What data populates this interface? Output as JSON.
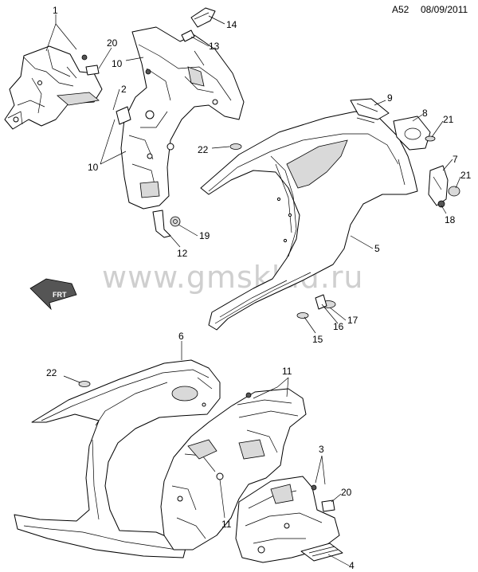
{
  "header": {
    "page_code": "A52",
    "date": "08/09/2011"
  },
  "watermark": "www.gmsklad.ru",
  "orientation_arrow": {
    "label": "FRT"
  },
  "callouts": [
    {
      "id": "c1",
      "label": "1"
    },
    {
      "id": "c20a",
      "label": "20"
    },
    {
      "id": "c10a",
      "label": "10"
    },
    {
      "id": "c2",
      "label": "2"
    },
    {
      "id": "c10b",
      "label": "10"
    },
    {
      "id": "c14",
      "label": "14"
    },
    {
      "id": "c13",
      "label": "13"
    },
    {
      "id": "c22a",
      "label": "22"
    },
    {
      "id": "c9",
      "label": "9"
    },
    {
      "id": "c8",
      "label": "8"
    },
    {
      "id": "c21a",
      "label": "21"
    },
    {
      "id": "c7",
      "label": "7"
    },
    {
      "id": "c21b",
      "label": "21"
    },
    {
      "id": "c18",
      "label": "18"
    },
    {
      "id": "c5",
      "label": "5"
    },
    {
      "id": "c19",
      "label": "19"
    },
    {
      "id": "c12",
      "label": "12"
    },
    {
      "id": "c17",
      "label": "17"
    },
    {
      "id": "c16",
      "label": "16"
    },
    {
      "id": "c15",
      "label": "15"
    },
    {
      "id": "c6",
      "label": "6"
    },
    {
      "id": "c22b",
      "label": "22"
    },
    {
      "id": "c11a",
      "label": "11"
    },
    {
      "id": "c3",
      "label": "3"
    },
    {
      "id": "c20b",
      "label": "20"
    },
    {
      "id": "c11b",
      "label": "11"
    },
    {
      "id": "c4",
      "label": "4"
    }
  ]
}
